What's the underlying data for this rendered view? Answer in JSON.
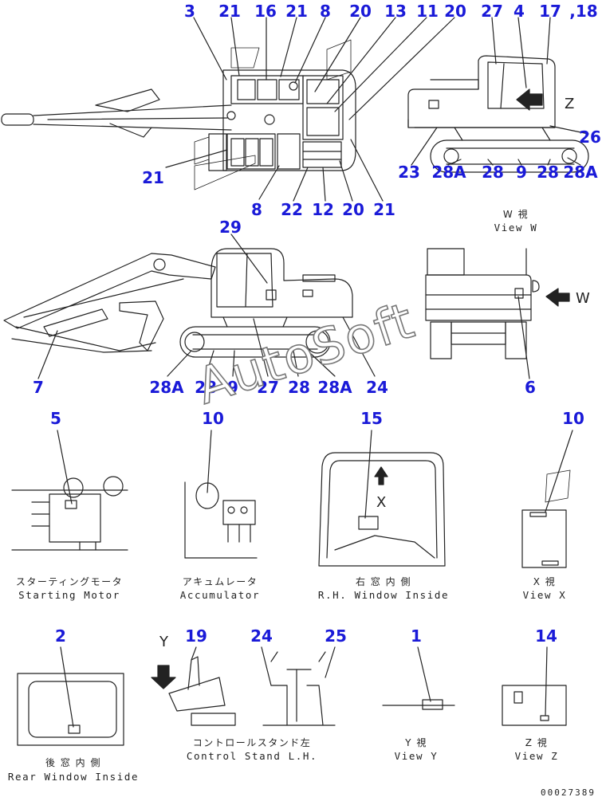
{
  "labels": {
    "n3": "3",
    "n21a": "21",
    "n16": "16",
    "n21b": "21",
    "n8a": "8",
    "n20a": "20",
    "n13": "13",
    "n11": "11",
    "n20b": "20",
    "n27a": "27",
    "n4": "4",
    "n17": "17",
    "n18": ",18",
    "n26": "26",
    "n21c": "21",
    "n8b": "8",
    "n22": "22",
    "n12": "12",
    "n20c": "20",
    "n21d": "21",
    "n23": "23",
    "n28Aa": "28A",
    "n28a": "28",
    "n9a": "9",
    "n28b": "28",
    "n28Ab": "28A",
    "n29": "29",
    "n7": "7",
    "n28Ac": "28A",
    "n28c": "28",
    "n9b": "9",
    "n27b": "27",
    "n28d": "28",
    "n28Ad": "28A",
    "n24a": "24",
    "n6": "6",
    "n5": "5",
    "n10a": "10",
    "n15": "15",
    "n10b": "10",
    "n2": "2",
    "n19": "19",
    "n24b": "24",
    "n25": "25",
    "n1": "1",
    "n14": "14"
  },
  "letters": {
    "z": "Z",
    "w": "W",
    "x": "X",
    "y": "Y"
  },
  "captions": {
    "view_w_jp": "W 視",
    "view_w": "View W",
    "starting_jp": "スターティングモータ",
    "starting": "Starting Motor",
    "accum_jp": "アキュムレータ",
    "accum": "Accumulator",
    "rh_jp": "右 窓 内 側",
    "rh": "R.H. Window Inside",
    "viewx_jp": "X 視",
    "viewx": "View X",
    "rear_jp": "後 窓 内 側",
    "rear": "Rear Window Inside",
    "ctrl_jp": "コントロールスタンド左",
    "ctrl": "Control Stand L.H.",
    "viewy_jp": "Y 視",
    "viewy": "View Y",
    "viewz_jp": "Z 視",
    "viewz": "View Z"
  },
  "watermark": "AutoSoft",
  "doc_number": "00027389",
  "colors": {
    "callout": "#1a1ad8",
    "line": "#222222"
  }
}
